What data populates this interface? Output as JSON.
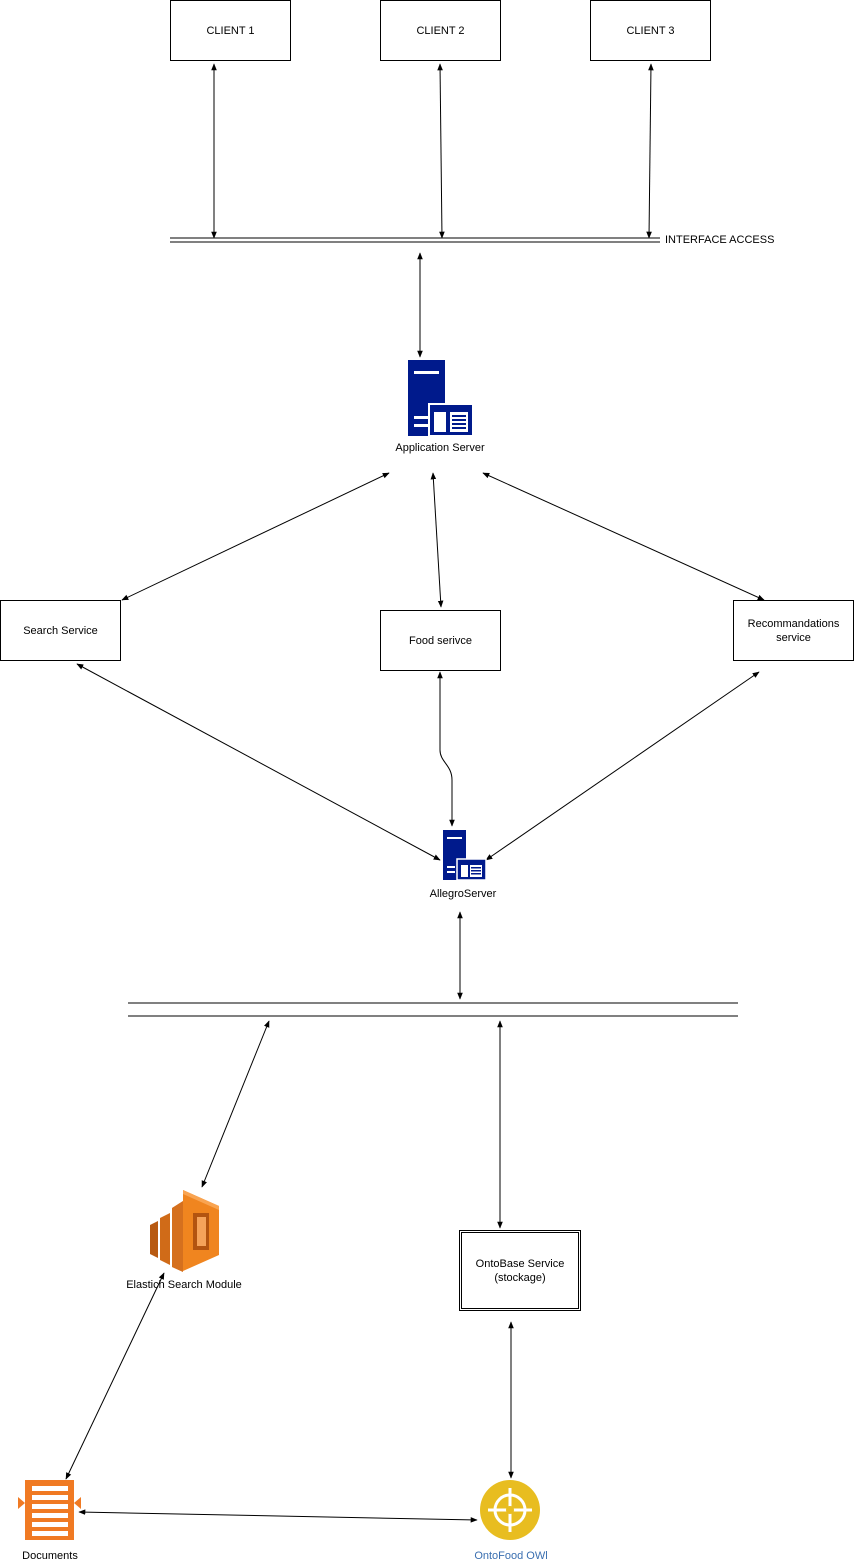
{
  "clients": [
    {
      "label": "CLIENT 1"
    },
    {
      "label": "CLIENT 2"
    },
    {
      "label": "CLIENT 3"
    }
  ],
  "interface_bus": {
    "label": "INTERFACE ACCESS"
  },
  "application_server": {
    "label": "Application Server",
    "icon": "server-icon",
    "color": "#001a8c"
  },
  "services": {
    "search": "Search Service",
    "food": "Food serivce",
    "recommendations": "Recommandations\nservice"
  },
  "allegro_server": {
    "label": "AllegroServer",
    "icon": "server-icon",
    "color": "#001a8c"
  },
  "elastic_search": {
    "label": "Elastich Search Module",
    "icon": "elasticsearch-icon",
    "color": "#e9761f"
  },
  "ontobase": {
    "label": "OntoBase Service\n(stockage)"
  },
  "documents": {
    "label": "Documents",
    "icon": "documents-icon",
    "color": "#f07a23"
  },
  "ontofood": {
    "label": "OntoFood OWl",
    "icon": "crosshair-icon",
    "color": "#e8bd20"
  }
}
